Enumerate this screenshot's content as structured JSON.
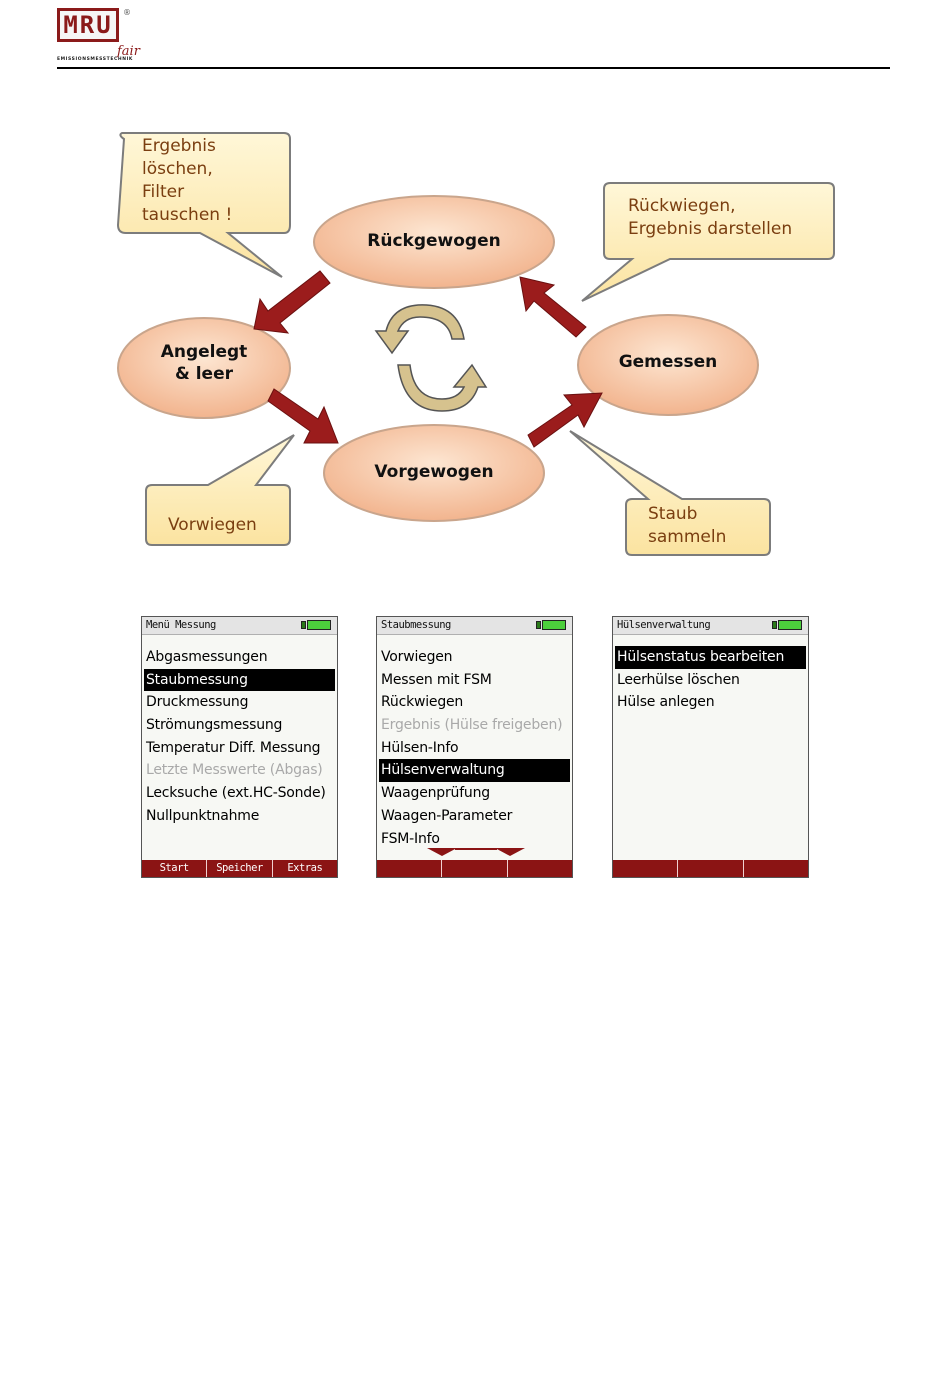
{
  "header": {
    "logo_text": "MRU",
    "logo_reg": "®",
    "logo_fair": "fair",
    "logo_tagline": "EMISSIONSMESSTECHNIK"
  },
  "diagram": {
    "nodes": {
      "rueckgewogen": "Rückgewogen",
      "angelegt": "Angelegt\n& leer",
      "gemessen": "Gemessen",
      "vorgewogen": "Vorgewogen"
    },
    "callouts": {
      "ergebnis": "Ergebnis\nlöschen,\nFilter\ntauschen !",
      "rueckwiegen": "Rückwiegen,\nErgebnis darstellen",
      "vorwiegen": "Vorwiegen",
      "staub": "Staub\nsammeln"
    },
    "colors": {
      "node_fill": "#f7c9a8",
      "callout_fill": "#fdeeb8",
      "arrow": "#9b1c1c",
      "cycle_arrow": "#d6c28e"
    }
  },
  "screens": [
    {
      "title": "Menü Messung",
      "items": [
        {
          "label": "Abgasmessungen",
          "state": "normal"
        },
        {
          "label": "Staubmessung",
          "state": "selected"
        },
        {
          "label": "Druckmessung",
          "state": "normal"
        },
        {
          "label": "Strömungsmessung",
          "state": "normal"
        },
        {
          "label": "Temperatur Diff. Messung",
          "state": "normal"
        },
        {
          "label": "Letzte Messwerte (Abgas)",
          "state": "disabled"
        },
        {
          "label": "Lecksuche (ext.HC-Sonde)",
          "state": "normal"
        },
        {
          "label": "Nullpunktnahme",
          "state": "normal"
        }
      ],
      "softkeys": [
        "Start",
        "Speicher",
        "Extras"
      ]
    },
    {
      "title": "Staubmessung",
      "items": [
        {
          "label": "Vorwiegen",
          "state": "normal"
        },
        {
          "label": "Messen mit FSM",
          "state": "normal"
        },
        {
          "label": "Rückwiegen",
          "state": "normal"
        },
        {
          "label": "Ergebnis (Hülse freigeben)",
          "state": "disabled"
        },
        {
          "label": "Hülsen-Info",
          "state": "normal"
        },
        {
          "label": "Hülsenverwaltung",
          "state": "selected"
        },
        {
          "label": "Waagenprüfung",
          "state": "normal"
        },
        {
          "label": "Waagen-Parameter",
          "state": "normal"
        },
        {
          "label": "FSM-Info",
          "state": "normal"
        }
      ],
      "softkeys": [
        "",
        "",
        ""
      ]
    },
    {
      "title": "Hülsenverwaltung",
      "items": [
        {
          "label": "Hülsenstatus bearbeiten",
          "state": "selected"
        },
        {
          "label": "Leerhülse löschen",
          "state": "normal"
        },
        {
          "label": "Hülse anlegen",
          "state": "normal"
        }
      ],
      "softkeys": [
        "",
        "",
        ""
      ]
    }
  ]
}
